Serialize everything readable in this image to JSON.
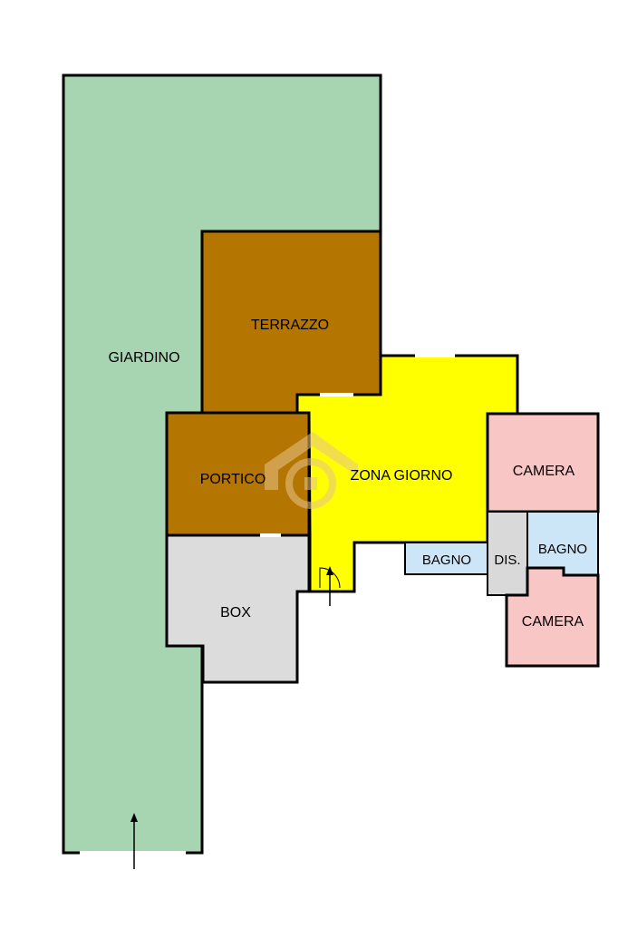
{
  "plan": {
    "rooms": {
      "giardino": {
        "label": "GIARDINO",
        "color": "#a8d5b1"
      },
      "terrazzo": {
        "label": "TERRAZZO",
        "color": "#b47600"
      },
      "portico": {
        "label": "PORTICO",
        "color": "#b47600"
      },
      "box": {
        "label": "BOX",
        "color": "#dcdcdc"
      },
      "zona_giorno": {
        "label": "ZONA GIORNO",
        "color": "#ffff00"
      },
      "camera_1": {
        "label": "CAMERA",
        "color": "#f9c6c6"
      },
      "camera_2": {
        "label": "CAMERA",
        "color": "#f9c6c6"
      },
      "bagno_1": {
        "label": "BAGNO",
        "color": "#cce6f8"
      },
      "bagno_2": {
        "label": "BAGNO",
        "color": "#cce6f8"
      },
      "dis": {
        "label": "DIS.",
        "color": "#d9d9d9"
      }
    },
    "entrances": [
      "entrance-arrow-garden",
      "entrance-arrow-living"
    ],
    "watermark_color": "#e8c48a"
  }
}
